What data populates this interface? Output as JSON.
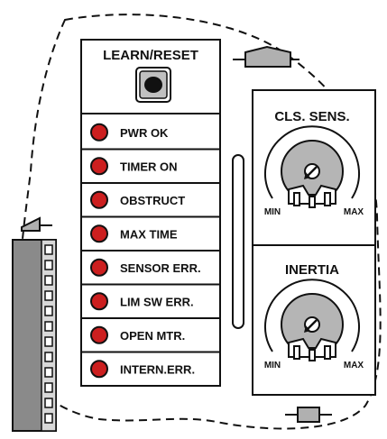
{
  "learn_reset": {
    "label": "LEARN/RESET"
  },
  "leds": [
    {
      "label": "PWR OK",
      "color": "#cc1f1f"
    },
    {
      "label": "TIMER ON",
      "color": "#cc1f1f"
    },
    {
      "label": "OBSTRUCT",
      "color": "#cc1f1f"
    },
    {
      "label": "MAX TIME",
      "color": "#cc1f1f"
    },
    {
      "label": "SENSOR ERR.",
      "color": "#cc1f1f"
    },
    {
      "label": "LIM SW ERR.",
      "color": "#cc1f1f"
    },
    {
      "label": "OPEN MTR.",
      "color": "#cc1f1f"
    },
    {
      "label": "INTERN.ERR.",
      "color": "#cc1f1f"
    }
  ],
  "knobs": [
    {
      "title": "CLS. SENS.",
      "min_label": "MIN",
      "max_label": "MAX"
    },
    {
      "title": "INERTIA",
      "min_label": "MIN",
      "max_label": "MAX"
    }
  ],
  "colors": {
    "led": "#cc1f1f",
    "knob": "#b5b5b5",
    "connector": "#b0b0b0",
    "terminal": "#8a8a8a"
  }
}
